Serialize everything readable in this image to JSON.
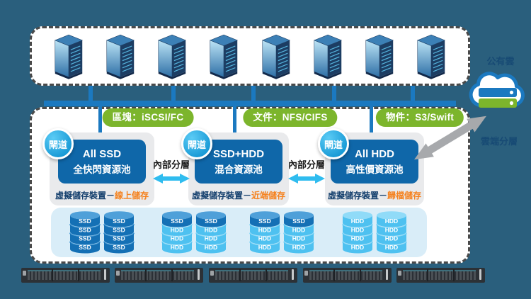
{
  "background": "#2A5F7D",
  "colors": {
    "bus_blue": "#1B79C0",
    "dash_border": "#4A4A4A",
    "protocol_green": "#7CB52C",
    "pool_gray": "#E9EAEC",
    "pool_blue": "#0F67A9",
    "badge_blue": "#189AD6",
    "device_navy": "#15406E",
    "tier_orange": "#F5821F",
    "arrow_cyan": "#2FBCEF",
    "arrow_gray": "#A7A9AC",
    "disks_panel_blue": "#D9EDF8",
    "ssd_band": "#1470B5",
    "hdd_band": "#4EC1F0"
  },
  "servers": {
    "count": 8,
    "icon": "server-tower-icon"
  },
  "protocols": [
    {
      "label": "區塊：iSCSI/FC"
    },
    {
      "label": "文件：NFS/CIFS"
    },
    {
      "label": "物件：S3/Swift"
    }
  ],
  "pools": [
    {
      "gateway": "閘道",
      "name_en": "All SSD",
      "name_zh": "全快閃資源池",
      "device_prefix": "虛擬儲存裝置－",
      "tier": "線上儲存"
    },
    {
      "gateway": "閘道",
      "name_en": "SSD+HDD",
      "name_zh": "混合資源池",
      "device_prefix": "虛擬儲存裝置－",
      "tier": "近端儲存"
    },
    {
      "gateway": "閘道",
      "name_en": "All HDD",
      "name_zh": "高性價資源池",
      "device_prefix": "虛擬儲存裝置－",
      "tier": "歸檔儲存"
    }
  ],
  "internal_tier": {
    "label": "內部分層"
  },
  "cloud": {
    "title": "公有雲",
    "tier_label": "雲端分層",
    "icon": "cloud-storage-icon"
  },
  "disk_groups": [
    {
      "cylinders": 2,
      "bands": [
        "SSD",
        "SSD",
        "SSD",
        "SSD"
      ]
    },
    {
      "cylinders": 2,
      "bands": [
        "SSD",
        "HDD",
        "HDD",
        "HDD"
      ]
    },
    {
      "cylinders": 2,
      "bands": [
        "SSD",
        "HDD",
        "HDD",
        "HDD"
      ]
    },
    {
      "cylinders": 2,
      "bands": [
        "HDD",
        "HDD",
        "HDD",
        "HDD"
      ]
    }
  ],
  "racks": {
    "count": 5
  }
}
